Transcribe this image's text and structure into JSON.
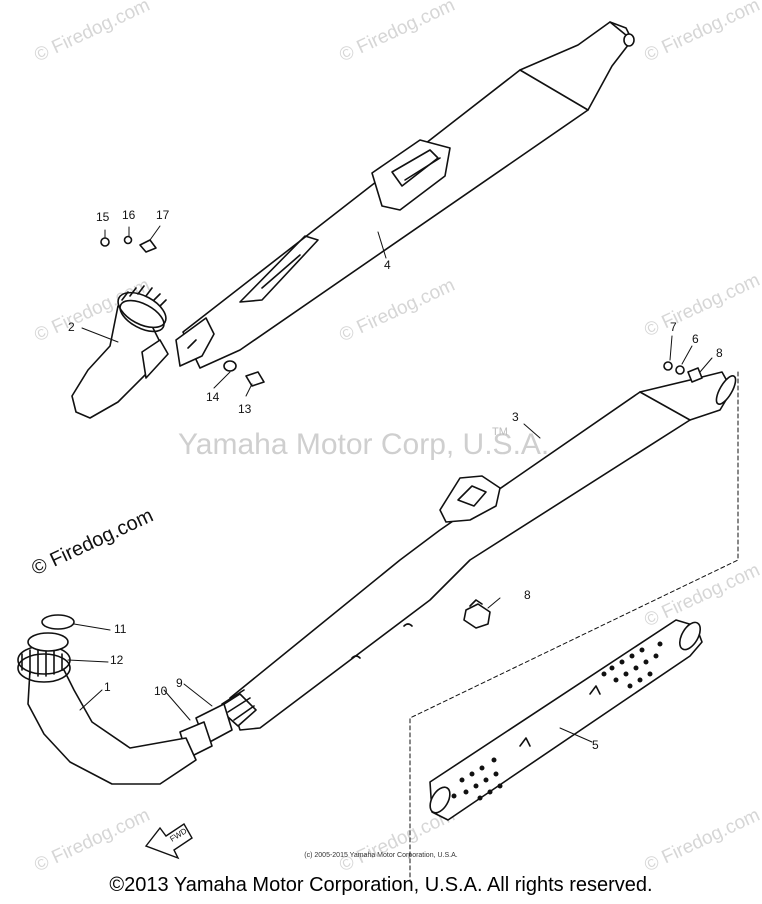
{
  "watermark": {
    "site": "© Firedog.com",
    "main": "Yamaha Motor Corp, U.S.A.",
    "tm": "TM",
    "foreground": "© Firedog.com"
  },
  "callouts": [
    {
      "id": "c1",
      "label": "1"
    },
    {
      "id": "c2",
      "label": "2"
    },
    {
      "id": "c3",
      "label": "3"
    },
    {
      "id": "c4",
      "label": "4"
    },
    {
      "id": "c5",
      "label": "5"
    },
    {
      "id": "c6",
      "label": "6"
    },
    {
      "id": "c7",
      "label": "7"
    },
    {
      "id": "c8a",
      "label": "8"
    },
    {
      "id": "c8b",
      "label": "8"
    },
    {
      "id": "c9",
      "label": "9"
    },
    {
      "id": "c10",
      "label": "10"
    },
    {
      "id": "c11",
      "label": "11"
    },
    {
      "id": "c12",
      "label": "12"
    },
    {
      "id": "c13",
      "label": "13"
    },
    {
      "id": "c14",
      "label": "14"
    },
    {
      "id": "c15",
      "label": "15"
    },
    {
      "id": "c16",
      "label": "16"
    },
    {
      "id": "c17",
      "label": "17"
    }
  ],
  "fwd_label": "FWD",
  "footer": {
    "small": "(c) 2005-2015 Yamaha Motor Corporation, U.S.A.",
    "copyright": "©2013 Yamaha Motor Corporation, U.S.A. All rights reserved."
  }
}
